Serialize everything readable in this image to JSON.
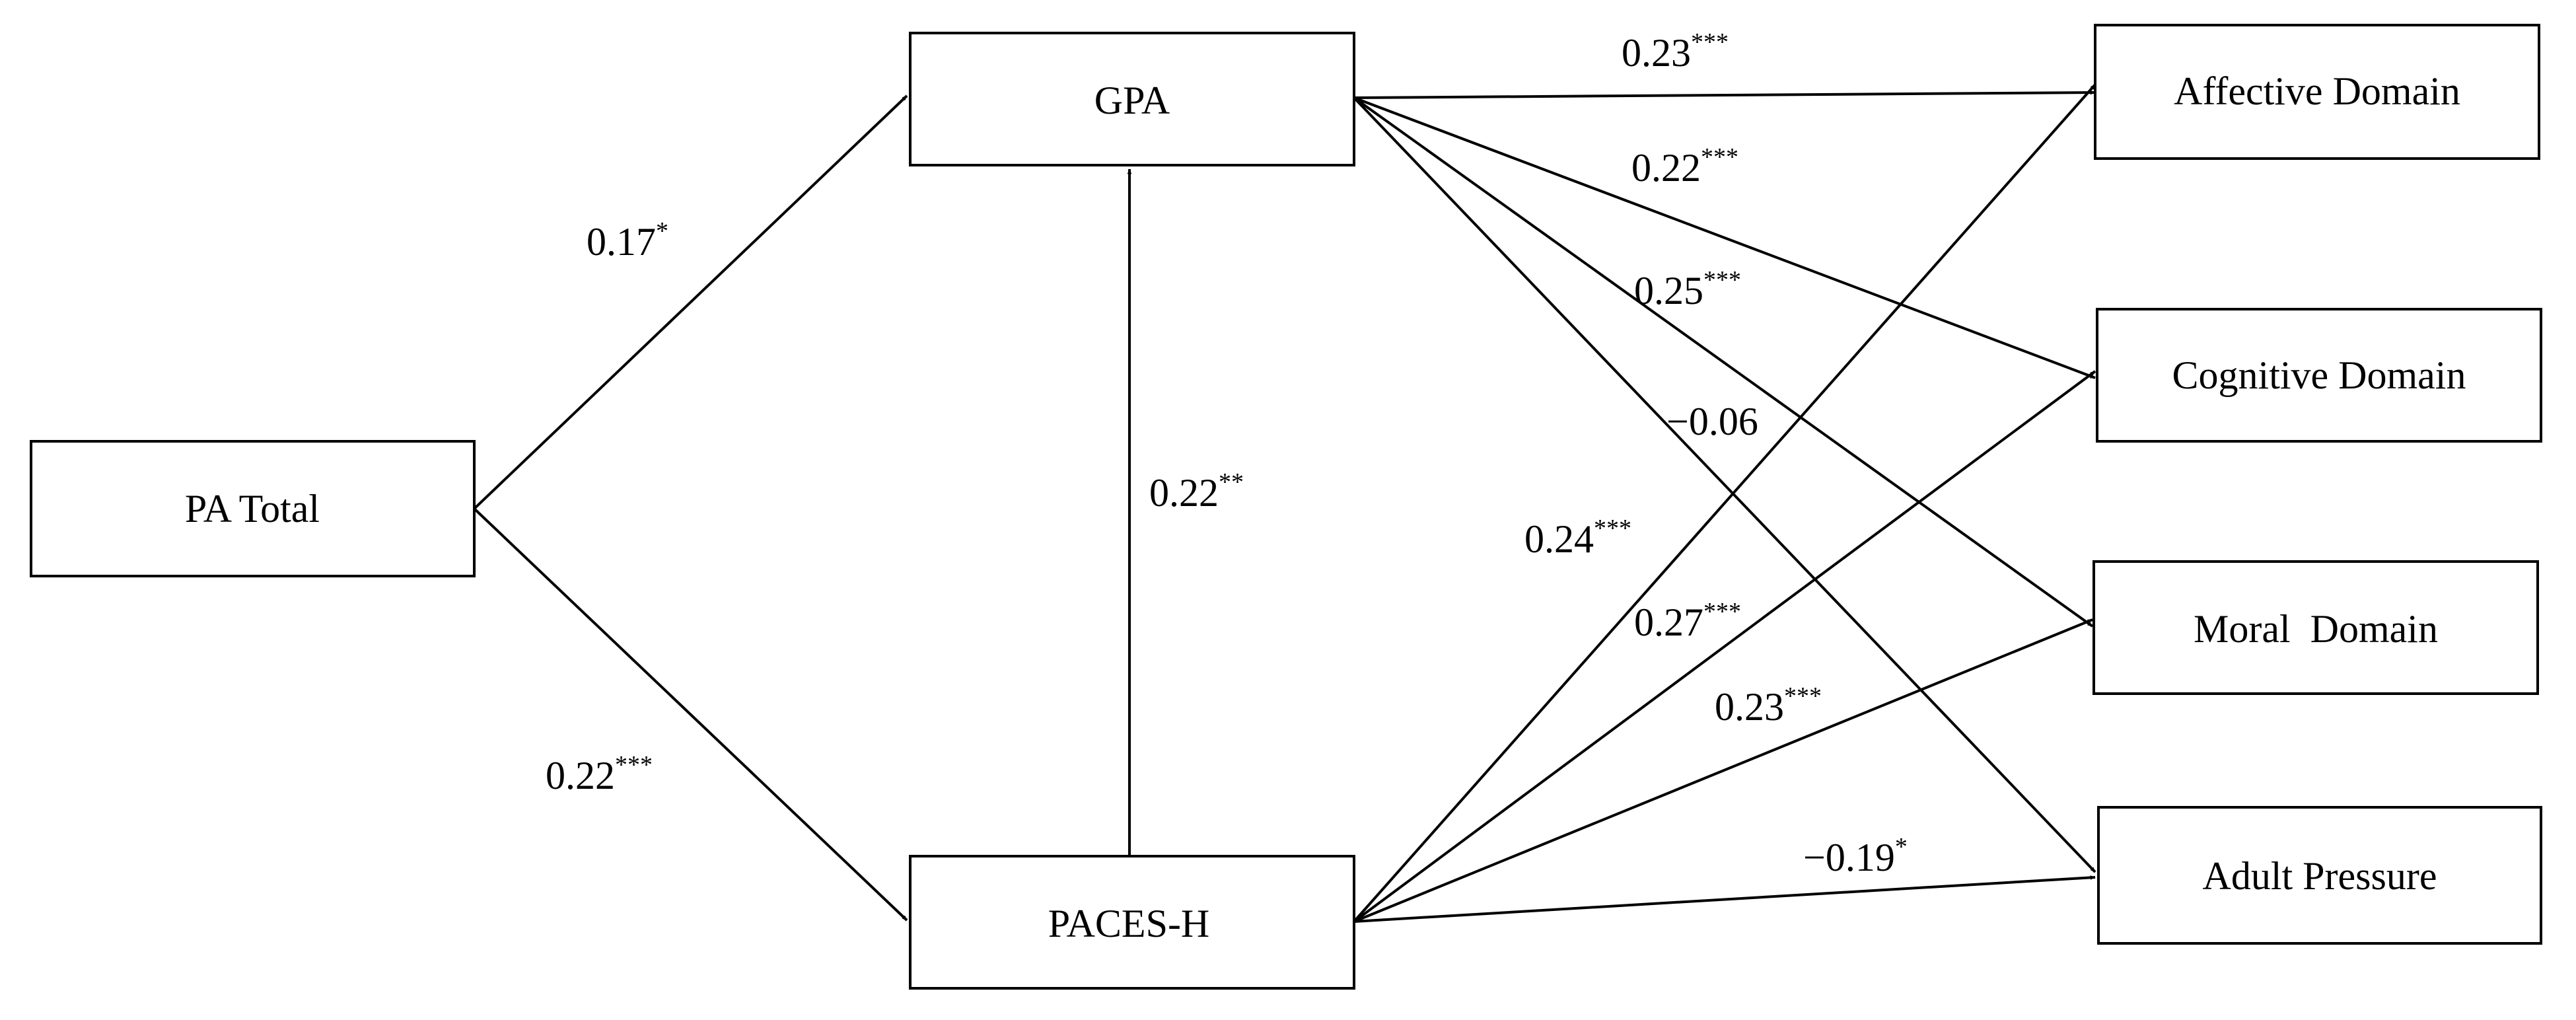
{
  "diagram": {
    "nodes": {
      "pa_total": {
        "label": "PA Total"
      },
      "gpa": {
        "label": "GPA"
      },
      "paces_h": {
        "label": "PACES-H"
      },
      "affective": {
        "label": "Affective Domain"
      },
      "cognitive": {
        "label": "Cognitive Domain"
      },
      "moral": {
        "label": "Moral  Domain"
      },
      "adult_pressure": {
        "label": "Adult Pressure"
      }
    },
    "paths": [
      {
        "from": "pa_total",
        "to": "gpa",
        "coef": "0.17",
        "sig": "*"
      },
      {
        "from": "pa_total",
        "to": "paces_h",
        "coef": "0.22",
        "sig": "***"
      },
      {
        "from": "paces_h",
        "to": "gpa",
        "coef": "0.22",
        "sig": "**"
      },
      {
        "from": "gpa",
        "to": "affective",
        "coef": "0.23",
        "sig": "***"
      },
      {
        "from": "gpa",
        "to": "cognitive",
        "coef": "0.22",
        "sig": "***"
      },
      {
        "from": "gpa",
        "to": "moral",
        "coef": "0.25",
        "sig": "***"
      },
      {
        "from": "gpa",
        "to": "adult_pressure",
        "coef": "−0.06",
        "sig": ""
      },
      {
        "from": "paces_h",
        "to": "affective",
        "coef": "0.24",
        "sig": "***"
      },
      {
        "from": "paces_h",
        "to": "cognitive",
        "coef": "0.27",
        "sig": "***"
      },
      {
        "from": "paces_h",
        "to": "moral",
        "coef": "0.23",
        "sig": "***"
      },
      {
        "from": "paces_h",
        "to": "adult_pressure",
        "coef": "−0.19",
        "sig": "*"
      }
    ]
  }
}
